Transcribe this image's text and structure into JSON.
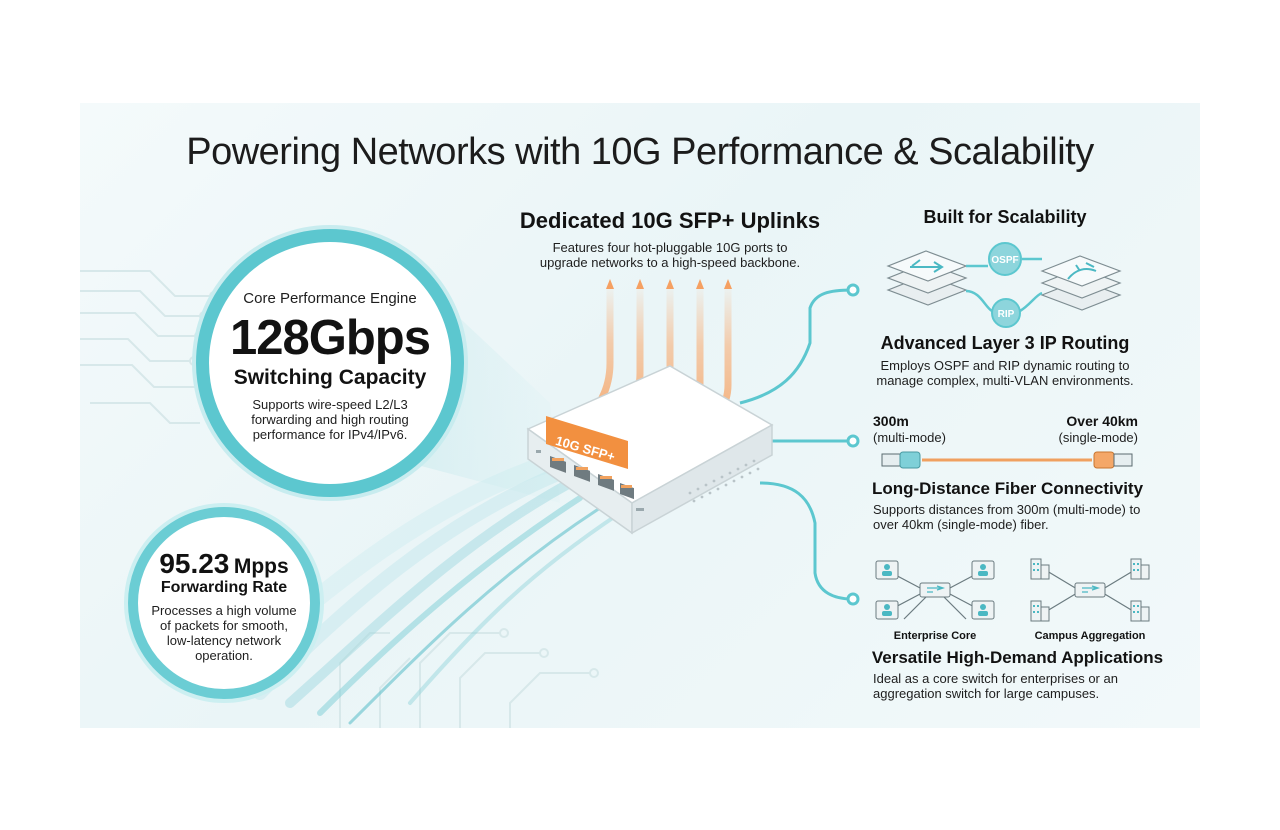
{
  "title": "Powering Networks with 10G Performance & Scalability",
  "core": {
    "label": "Core Performance Engine",
    "value": "128Gbps",
    "subtitle": "Switching Capacity",
    "desc1": "Supports wire-speed L2/L3",
    "desc2": "forwarding and high routing",
    "desc3": "performance for IPv4/IPv6."
  },
  "forwarding": {
    "value": "95.23",
    "unit": "Mpps",
    "subtitle": "Forwarding Rate",
    "desc1": "Processes a high volume",
    "desc2": "of packets for smooth,",
    "desc3": "low-latency network",
    "desc4": "operation."
  },
  "uplinks": {
    "heading": "Dedicated 10G SFP+ Uplinks",
    "desc1": "Features four hot-pluggable 10G ports to",
    "desc2": "upgrade networks to a high-speed backbone.",
    "port_label": "10G SFP+"
  },
  "scalability": {
    "heading": "Built for Scalability",
    "ospf": "OSPF",
    "rip": "RIP"
  },
  "routing": {
    "heading": "Advanced Layer 3 IP Routing",
    "desc1": "Employs OSPF and RIP dynamic routing to",
    "desc2": "manage complex, multi-VLAN environments."
  },
  "fiber": {
    "left_value": "300m",
    "left_mode": "(multi-mode)",
    "right_value": "Over 40km",
    "right_mode": "(single-mode)",
    "heading": "Long-Distance Fiber Connectivity",
    "desc1": "Supports distances from 300m (multi-mode) to",
    "desc2": "over 40km (single-mode) fiber."
  },
  "applications": {
    "enterprise_label": "Enterprise Core",
    "campus_label": "Campus Aggregation",
    "heading": "Versatile High-Demand Applications",
    "desc1": "Ideal as a core switch for enterprises or an",
    "desc2": "aggregation switch for large campuses."
  },
  "colors": {
    "teal": "#5cc7cf",
    "orange": "#f08a3c",
    "dark_text": "#111111"
  }
}
